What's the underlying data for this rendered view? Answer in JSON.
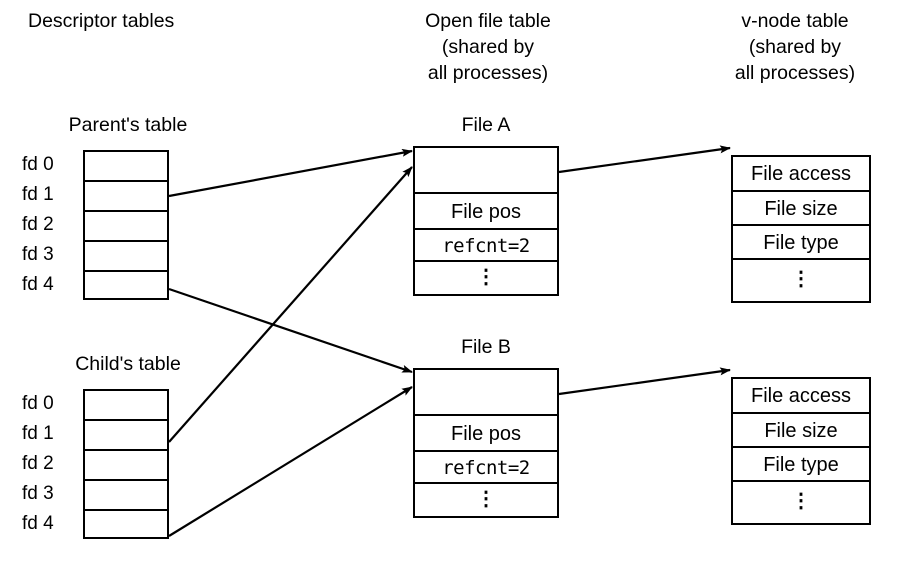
{
  "headers": {
    "descriptor": "Descriptor tables",
    "openfile": "Open file table\n(shared by\nall processes)",
    "vnode": "v-node table\n(shared by\nall processes)"
  },
  "descriptor_tables": [
    {
      "title": "Parent's table",
      "labels": [
        "fd 0",
        "fd 1",
        "fd 2",
        "fd 3",
        "fd 4"
      ]
    },
    {
      "title": "Child's table",
      "labels": [
        "fd 0",
        "fd 1",
        "fd 2",
        "fd 3",
        "fd 4"
      ]
    }
  ],
  "file_tables": [
    {
      "title": "File A",
      "rows": [
        "",
        "File pos",
        "refcnt=2",
        "⋮"
      ]
    },
    {
      "title": "File B",
      "rows": [
        "",
        "File pos",
        "refcnt=2",
        "⋮"
      ]
    }
  ],
  "vnode_tables": [
    {
      "rows": [
        "File access",
        "File size",
        "File type",
        "⋮"
      ]
    },
    {
      "rows": [
        "File access",
        "File size",
        "File type",
        "⋮"
      ]
    }
  ],
  "colors": {
    "stroke": "#000000",
    "background": "#ffffff"
  }
}
